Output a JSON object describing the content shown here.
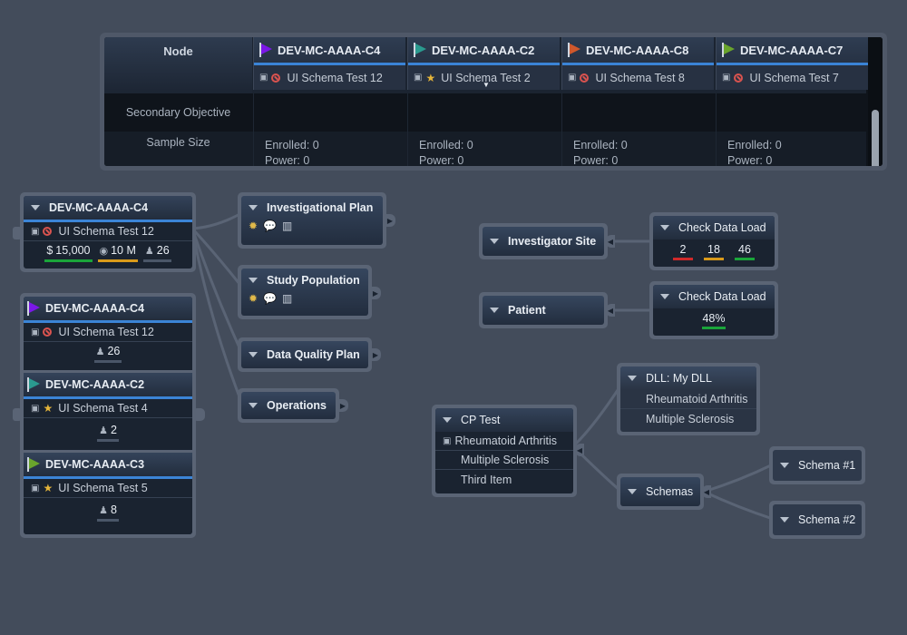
{
  "colors": {
    "accent": "#3b84d6",
    "flag_purple": "#7a17e8",
    "flag_teal": "#2a9a8f",
    "flag_orange": "#d0582c",
    "flag_green": "#6aa52c",
    "status_red": "#d02a2a",
    "status_orange": "#d99a1a",
    "status_green": "#1aa53a"
  },
  "table": {
    "node_header": "Node",
    "columns": [
      {
        "title": "DEV-MC-AAAA-C4",
        "flag_color": "#7a17e8",
        "schema": "UI Schema Test 12",
        "icon": "no-entry-icon",
        "enrolled": "Enrolled: 0",
        "power": "Power: 0"
      },
      {
        "title": "DEV-MC-AAAA-C2",
        "flag_color": "#2a9a8f",
        "schema": "UI Schema Test 2",
        "icon": "star-icon",
        "enrolled": "Enrolled: 0",
        "power": "Power: 0"
      },
      {
        "title": "DEV-MC-AAAA-C8",
        "flag_color": "#d0582c",
        "schema": "UI Schema Test 8",
        "icon": "no-entry-icon",
        "enrolled": "Enrolled: 0",
        "power": "Power: 0"
      },
      {
        "title": "DEV-MC-AAAA-C7",
        "flag_color": "#6aa52c",
        "schema": "UI Schema Test 7",
        "icon": "no-entry-icon",
        "enrolled": "Enrolled: 0",
        "power": "Power: 0"
      }
    ],
    "rows": {
      "secondary_objective": "Secondary Objective",
      "sample_size": "Sample Size"
    }
  },
  "main_node": {
    "title": "DEV-MC-AAAA-C4",
    "schema": "UI Schema Test 12",
    "budget": "15,000",
    "data": "10 M",
    "count": "26"
  },
  "plans": {
    "investigational": "Investigational Plan",
    "study_population": "Study Population",
    "data_quality": "Data Quality Plan",
    "operations": "Operations"
  },
  "stack": [
    {
      "title": "DEV-MC-AAAA-C4",
      "schema": "UI Schema Test 12",
      "count": "26"
    },
    {
      "title": "DEV-MC-AAAA-C2",
      "schema": "UI Schema Test 4",
      "count": "2"
    },
    {
      "title": "DEV-MC-AAAA-C3",
      "schema": "UI Schema Test 5",
      "count": "8"
    }
  ],
  "sites": {
    "investigator": "Investigator Site",
    "patient": "Patient",
    "check1": {
      "title": "Check Data Load",
      "values": [
        "2",
        "18",
        "46"
      ]
    },
    "check2": {
      "title": "Check Data Load",
      "value": "48%"
    }
  },
  "cp": {
    "title": "CP Test",
    "items": [
      "Rheumatoid Arthritis",
      "Multiple Sclerosis",
      "Third Item"
    ],
    "dll": {
      "title": "DLL: My DLL",
      "items": [
        "Rheumatoid Arthritis",
        "Multiple Sclerosis"
      ]
    },
    "schemas": "Schemas",
    "schema1": "Schema #1",
    "schema2": "Schema #2"
  }
}
